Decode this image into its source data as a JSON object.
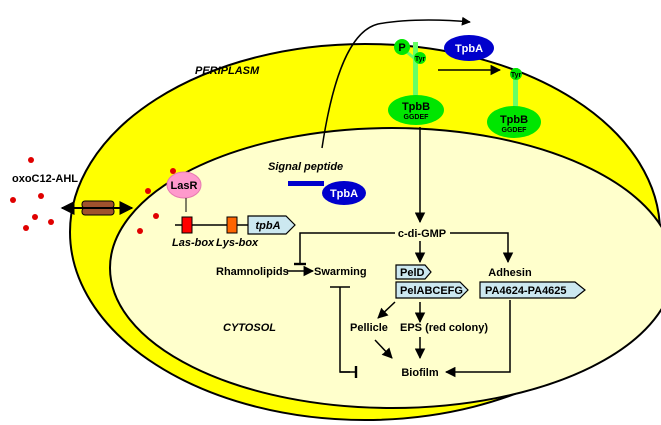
{
  "compartments": {
    "periplasm": "PERIPLASM",
    "cytosol": "CYTOSOL"
  },
  "signal": {
    "ahl": "oxoC12-AHL"
  },
  "regulator": {
    "lasr": "LasR"
  },
  "promoter": {
    "las_box": "Las-box",
    "lys_box": "Lys-box",
    "gene": "tpbA"
  },
  "tpba": {
    "signal_peptide": "Signal peptide",
    "cyto_label": "TpbA",
    "peri_label": "TpbA"
  },
  "tpbb": {
    "phospho": {
      "p": "P",
      "tyr": "Tyr",
      "name": "TpbB",
      "domain": "GGDEF"
    },
    "dephospho": {
      "tyr": "Tyr",
      "name": "TpbB",
      "domain": "GGDEF"
    }
  },
  "pathway": {
    "cdigmp": "c-di-GMP",
    "rhamnolipids": "Rhamnolipids",
    "swarming": "Swarming",
    "peld": "PelD",
    "pelabcefg": "PelABCEFG",
    "adhesin": "Adhesin",
    "pa_genes": "PA4624-PA4625",
    "pellicle": "Pellicle",
    "eps": "EPS (red colony)",
    "biofilm": "Biofilm"
  },
  "colors": {
    "outer_membrane": "#ffff00",
    "cytosol_fill": "#ffffcc",
    "lasr": "#ff99cc",
    "las_box": "#ff0000",
    "lys_box": "#ff6600",
    "gene_arrow": "#cce8f0",
    "tpba": "#0000cc",
    "tpbb": "#00e600",
    "ahl_dot": "#e00000",
    "channel": "#a0522d"
  }
}
